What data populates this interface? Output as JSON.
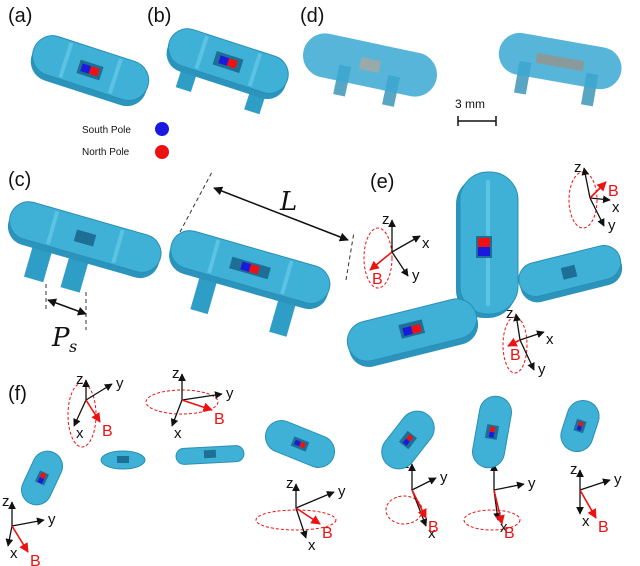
{
  "panels": {
    "a": "(a)",
    "b": "(b)",
    "c": "(c)",
    "d": "(d)",
    "e": "(e)",
    "f": "(f)"
  },
  "legend": {
    "south_pole": "South Pole",
    "north_pole": "North Pole",
    "south_color": "#1a1adf",
    "north_color": "#ee1111"
  },
  "scale_bar": "3 mm",
  "dimensions": {
    "length": "L",
    "spacing": "P",
    "spacing_sub": "s"
  },
  "axes": {
    "x": "x",
    "y": "y",
    "z": "z",
    "field": "B"
  },
  "colors": {
    "robot": "#3fb0d6",
    "field": "#ee1111"
  }
}
